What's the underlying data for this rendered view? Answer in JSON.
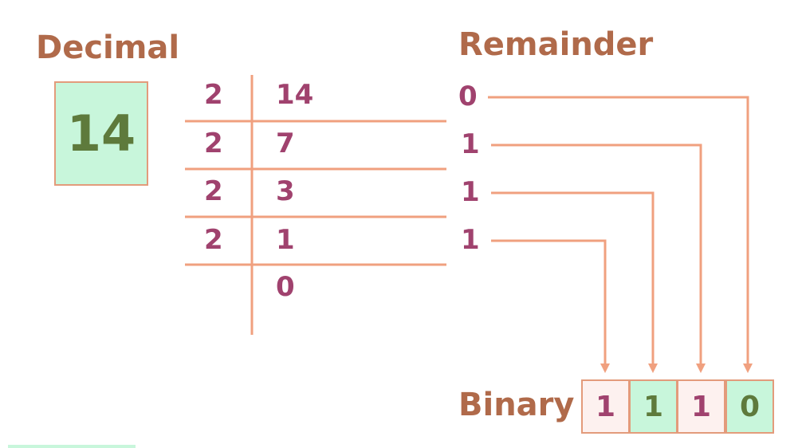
{
  "labels": {
    "decimal": "Decimal",
    "remainder": "Remainder",
    "binary": "Binary"
  },
  "decimal_value": "14",
  "division": {
    "divisors": [
      "2",
      "2",
      "2",
      "2"
    ],
    "dividends": [
      "14",
      "7",
      "3",
      "1",
      "0"
    ],
    "remainders": [
      "0",
      "1",
      "1",
      "1"
    ]
  },
  "binary_digits": [
    "1",
    "1",
    "1",
    "0"
  ],
  "colors": {
    "line": "#f0a07f",
    "label": "#b06a4a",
    "number": "#a0426e",
    "green_fill": "#c8f6db",
    "pink_fill": "#fdf1ef"
  }
}
